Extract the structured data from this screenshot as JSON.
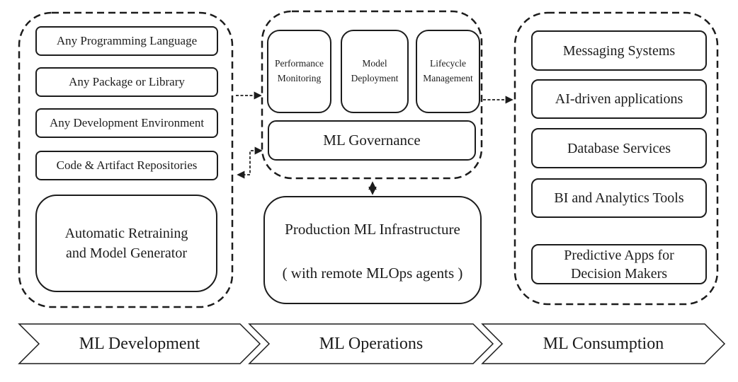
{
  "diagram": {
    "ml_development": {
      "items": [
        "Any Programming Language",
        "Any Package or Library",
        "Any Development Environment",
        "Code & Artifact Repositories"
      ],
      "retraining": "Automatic Retraining\nand Model Generator"
    },
    "ml_operations": {
      "monitoring": "Performance\nMonitoring",
      "deployment": "Model\nDeployment",
      "lifecycle": "Lifecycle\nManagement",
      "governance": "ML Governance"
    },
    "infrastructure": {
      "line1": "Production ML Infrastructure",
      "line2": "( with remote MLOps agents )"
    },
    "ml_consumption": {
      "items": [
        "Messaging Systems",
        "AI-driven applications",
        "Database Services",
        "BI and Analytics Tools",
        "Predictive Apps for\nDecision Makers"
      ]
    },
    "stages": [
      "ML Development",
      "ML Operations",
      "ML Consumption"
    ],
    "colors": {
      "line": "#1c1c1c",
      "background": "#ffffff"
    }
  }
}
